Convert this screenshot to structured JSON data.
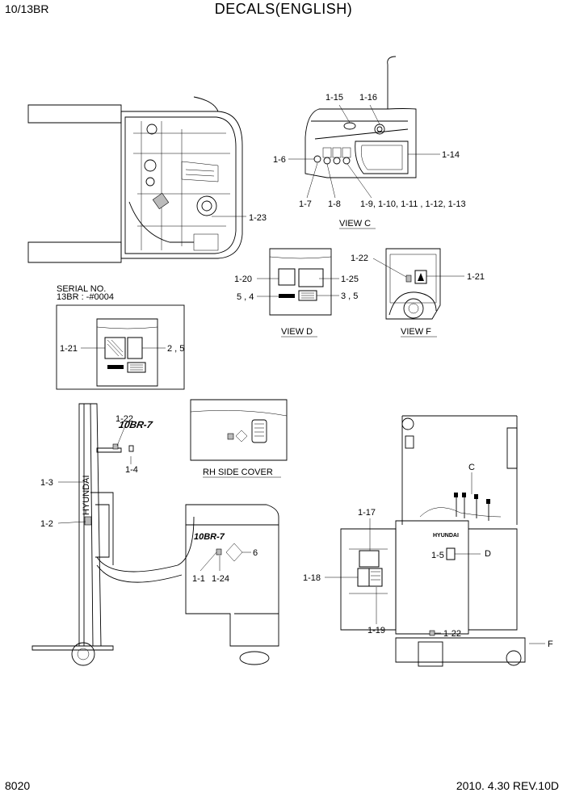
{
  "header": {
    "model": "10/13BR",
    "title": "DECALS(ENGLISH)"
  },
  "footer": {
    "page_number": "8020",
    "revision": "2010. 4.30  REV.10D"
  },
  "views": {
    "view_c": "VIEW C",
    "view_d": "VIEW D",
    "view_f": "VIEW F",
    "rh_side_cover": "RH SIDE COVER",
    "serial_note_line1": "SERIAL NO.",
    "serial_note_line2": "13BR : -#0004"
  },
  "callouts": {
    "top_view": [
      "1-23"
    ],
    "view_c": [
      "1-15",
      "1-16",
      "1-6",
      "1-14",
      "1-7",
      "1-8",
      "1-9, 1-10, 1-11 , 1-12, 1-13"
    ],
    "view_d": [
      "1-20",
      "1-25",
      "5 , 4",
      "3 , 5"
    ],
    "view_f": [
      "1-22",
      "1-21"
    ],
    "serial_box": [
      "1-21",
      "2 , 5"
    ],
    "side_view": [
      "1-22",
      "1-4",
      "1-3",
      "1-2",
      "6",
      "1-1",
      "1-24"
    ],
    "rear_view": [
      "C",
      "1-17",
      "1-5",
      "D",
      "1-18",
      "1-19",
      "1-22",
      "F"
    ]
  },
  "brand_text": {
    "mast_logo": "HYUNDAI",
    "model_decal": "10BR-7",
    "rear_logo": "HYUNDAI"
  }
}
